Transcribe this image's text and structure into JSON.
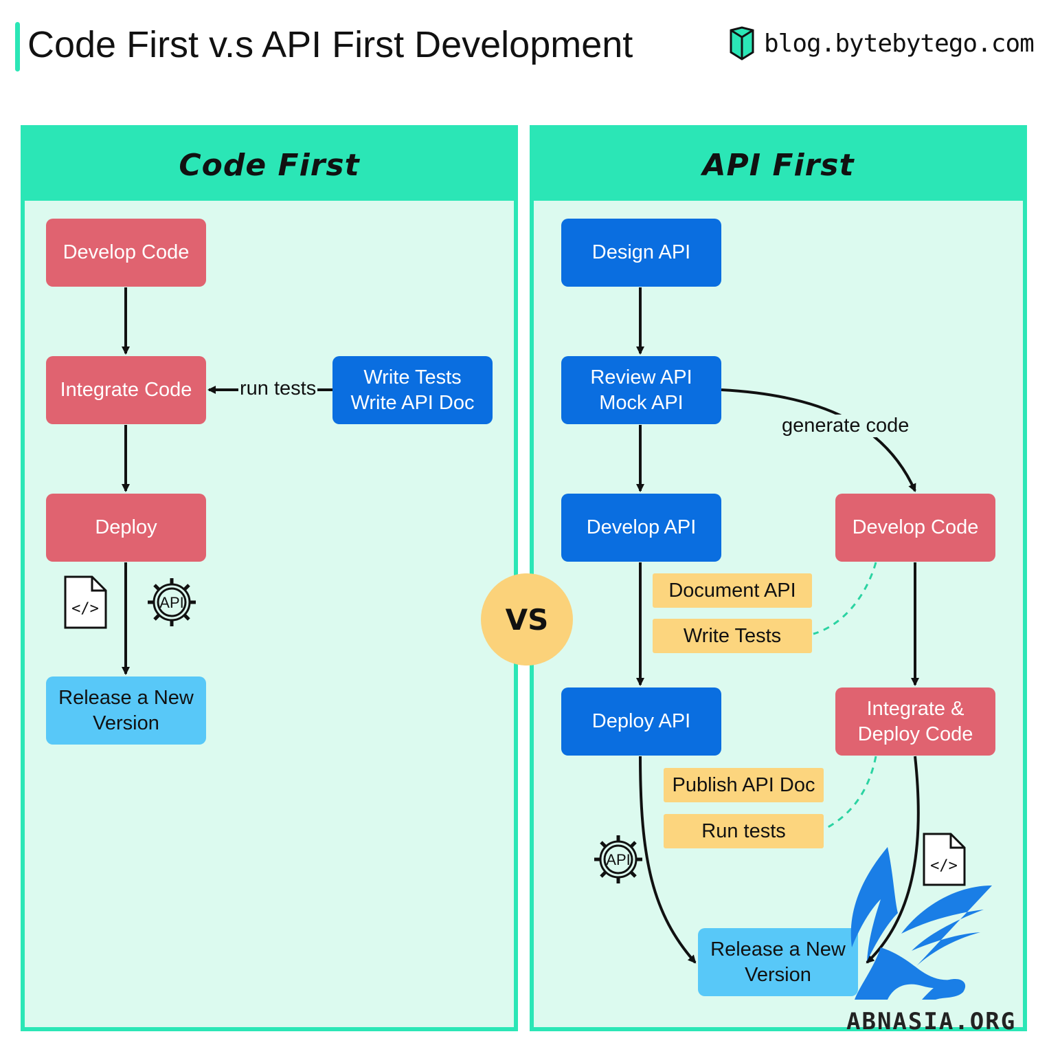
{
  "header": {
    "title": "Code First v.s API First Development",
    "brand": "blog.bytebytego.com"
  },
  "code_first": {
    "title": "Code First",
    "develop_code": "Develop Code",
    "integrate_code": "Integrate Code",
    "deploy": "Deploy",
    "release": "Release a New\nVersion",
    "write_tests_doc": "Write Tests\nWrite API Doc",
    "run_tests_label": "run tests"
  },
  "vs": "VS",
  "api_first": {
    "title": "API First",
    "design_api": "Design API",
    "review_mock_api": "Review API\nMock API",
    "develop_api": "Develop API",
    "deploy_api": "Deploy API",
    "develop_code": "Develop Code",
    "integrate_deploy_code": "Integrate &\nDeploy Code",
    "release": "Release a New\nVersion",
    "generate_code_label": "generate code",
    "document_api": "Document API",
    "write_tests": "Write Tests",
    "publish_api_doc": "Publish API Doc",
    "run_tests": "Run tests"
  },
  "icons": {
    "brand_logo": "bytebytego-logo-icon",
    "code_file": "code-file-icon",
    "api_gear": "api-gear-icon",
    "api_gear_text": "API",
    "code_glyph": "</>"
  },
  "watermark": "ABNASIA.ORG"
}
